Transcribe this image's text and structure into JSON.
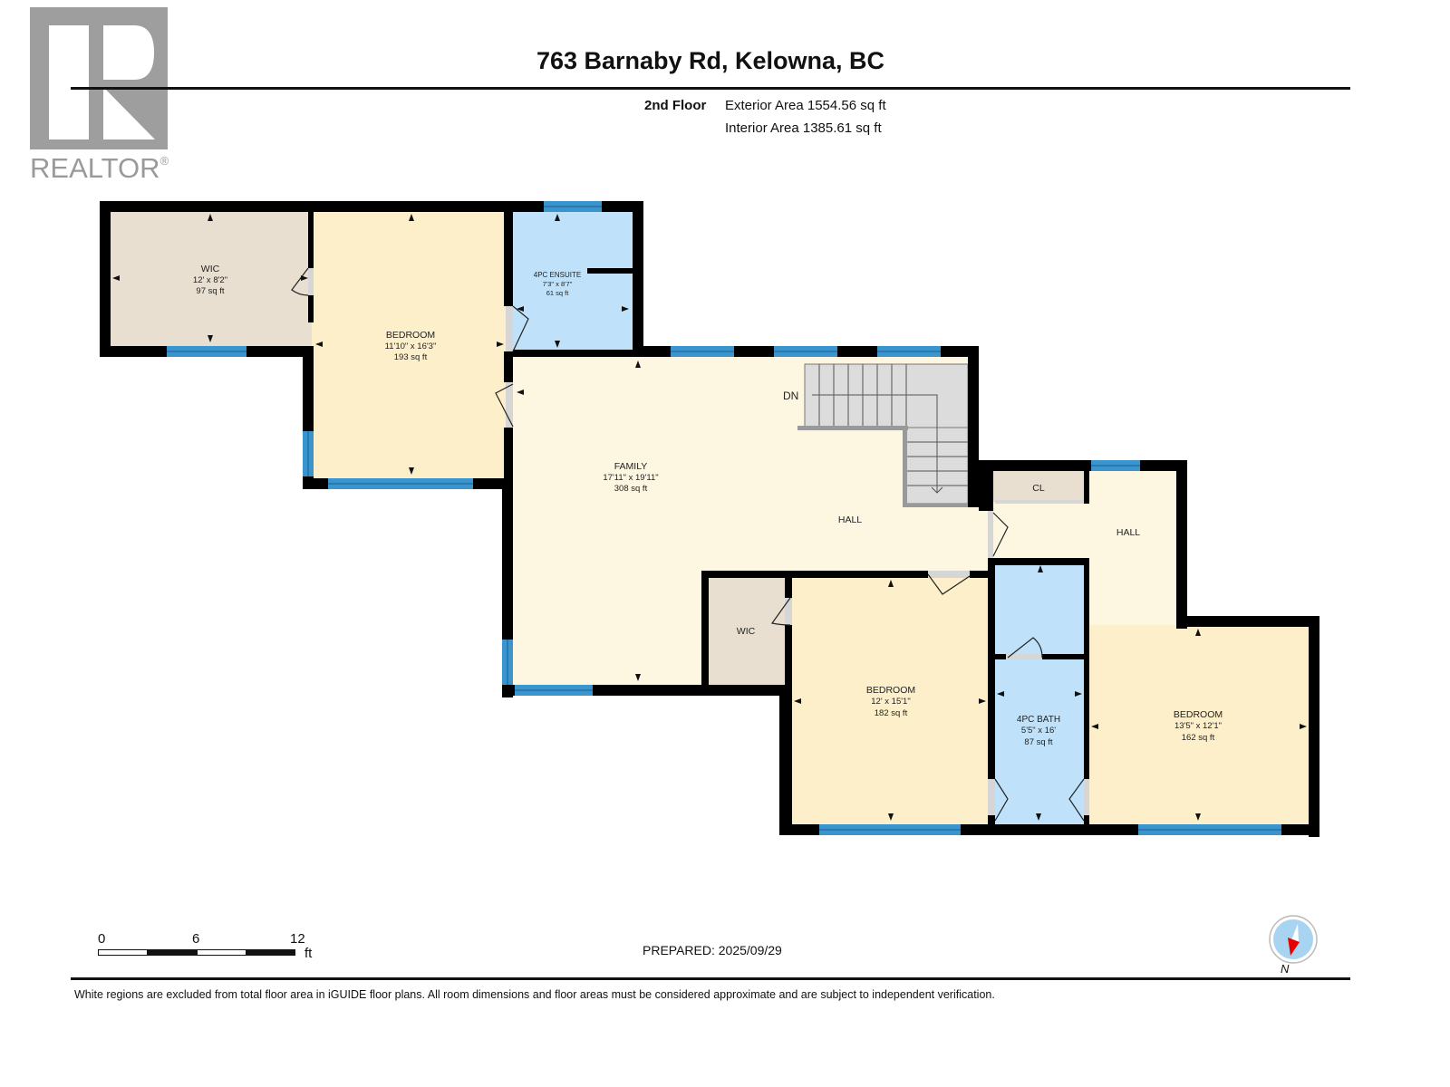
{
  "header": {
    "address": "763 Barnaby Rd, Kelowna, BC",
    "floor": "2nd Floor",
    "exterior_area": "Exterior Area 1554.56 sq ft",
    "interior_area": "Interior Area 1385.61 sq ft"
  },
  "logo": {
    "icon": "realtor-r-logo",
    "word": "REALTOR",
    "reg": "®"
  },
  "rooms": [
    {
      "name": "WIC",
      "dims": "12' x 8'2\"",
      "area": "97 sq ft"
    },
    {
      "name": "BEDROOM",
      "dims": "11'10\" x 16'3\"",
      "area": "193 sq ft"
    },
    {
      "name": "4PC ENSUITE",
      "dims": "7'3\" x 8'7\"",
      "area": "61 sq ft"
    },
    {
      "name": "FAMILY",
      "dims": "17'11\" x 19'11\"",
      "area": "308 sq ft"
    },
    {
      "name": "HALL"
    },
    {
      "name": "HALL"
    },
    {
      "name": "CL"
    },
    {
      "name": "WIC"
    },
    {
      "name": "BEDROOM",
      "dims": "12' x 15'1\"",
      "area": "182 sq ft"
    },
    {
      "name": "4PC BATH",
      "dims": "5'5\" x 16'",
      "area": "87 sq ft"
    },
    {
      "name": "BEDROOM",
      "dims": "13'5\" x 12'1\"",
      "area": "162 sq ft"
    }
  ],
  "stairs": {
    "label": "DN"
  },
  "colors": {
    "bedroom": "#fdefc9",
    "family": "#fdf6e1",
    "wic": "#e8dfd1",
    "bath": "#bfe2fa",
    "wall": "#000000",
    "window": "#3a95cf",
    "stair": "#dcdcdc",
    "door": "#d6d6d6"
  },
  "scale": {
    "ticks": [
      "0",
      "6",
      "12"
    ],
    "unit": "ft"
  },
  "footer": {
    "prepared": "PREPARED: 2025/09/29",
    "compass_label": "N",
    "disclaimer": "White regions are excluded from total floor area in iGUIDE floor plans. All room dimensions and floor areas must be considered approximate and are subject to independent verification."
  }
}
